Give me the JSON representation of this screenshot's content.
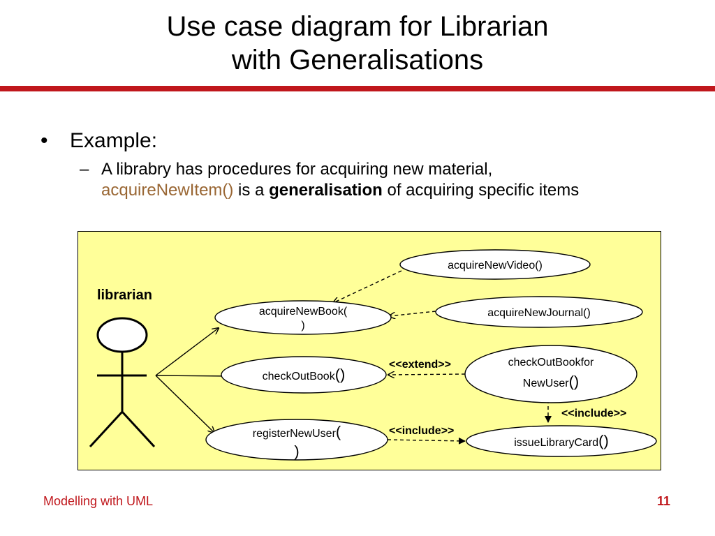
{
  "slide": {
    "title_line1": "Use case diagram for Librarian",
    "title_line2": "with Generalisations",
    "bullet_symbol": "•",
    "bullet_text": "Example:",
    "sub_dash": "–",
    "sub_text_1": "A librabry has procedures for acquiring new material,",
    "sub_highlight": "acquireNewItem()",
    "sub_text_2": " is a ",
    "sub_bold": "generalisation",
    "sub_text_3": " of acquiring specific items",
    "accent_color": "#996633",
    "bar_color": "#c0171c"
  },
  "diagram": {
    "background": "#ffff99",
    "actor": {
      "label": "librarian"
    },
    "usecases": {
      "acquireNewVideo": "acquireNewVideo()",
      "acquireNewBook_l1": "acquireNewBook(",
      "acquireNewBook_l2": ")",
      "acquireNewJournal": "acquireNewJournal()",
      "checkOutBook": "checkOutBook",
      "checkOutBook_paren": "()",
      "checkOutBookforNewUser_l1": "checkOutBookfor",
      "checkOutBookforNewUser_l2": "NewUser",
      "checkOutBookforNewUser_paren": "()",
      "registerNewUser_l1": "registerNewUser",
      "registerNewUser_paren1": "(",
      "registerNewUser_l2": ")",
      "issueLibraryCard": "issueLibraryCard",
      "issueLibraryCard_paren": "()"
    },
    "stereotypes": {
      "extend": "<<extend>>",
      "include_register": "<<include>>",
      "include_checkout": "<<include>>"
    }
  },
  "footer": {
    "left": "Modelling with UML",
    "page": "11"
  }
}
